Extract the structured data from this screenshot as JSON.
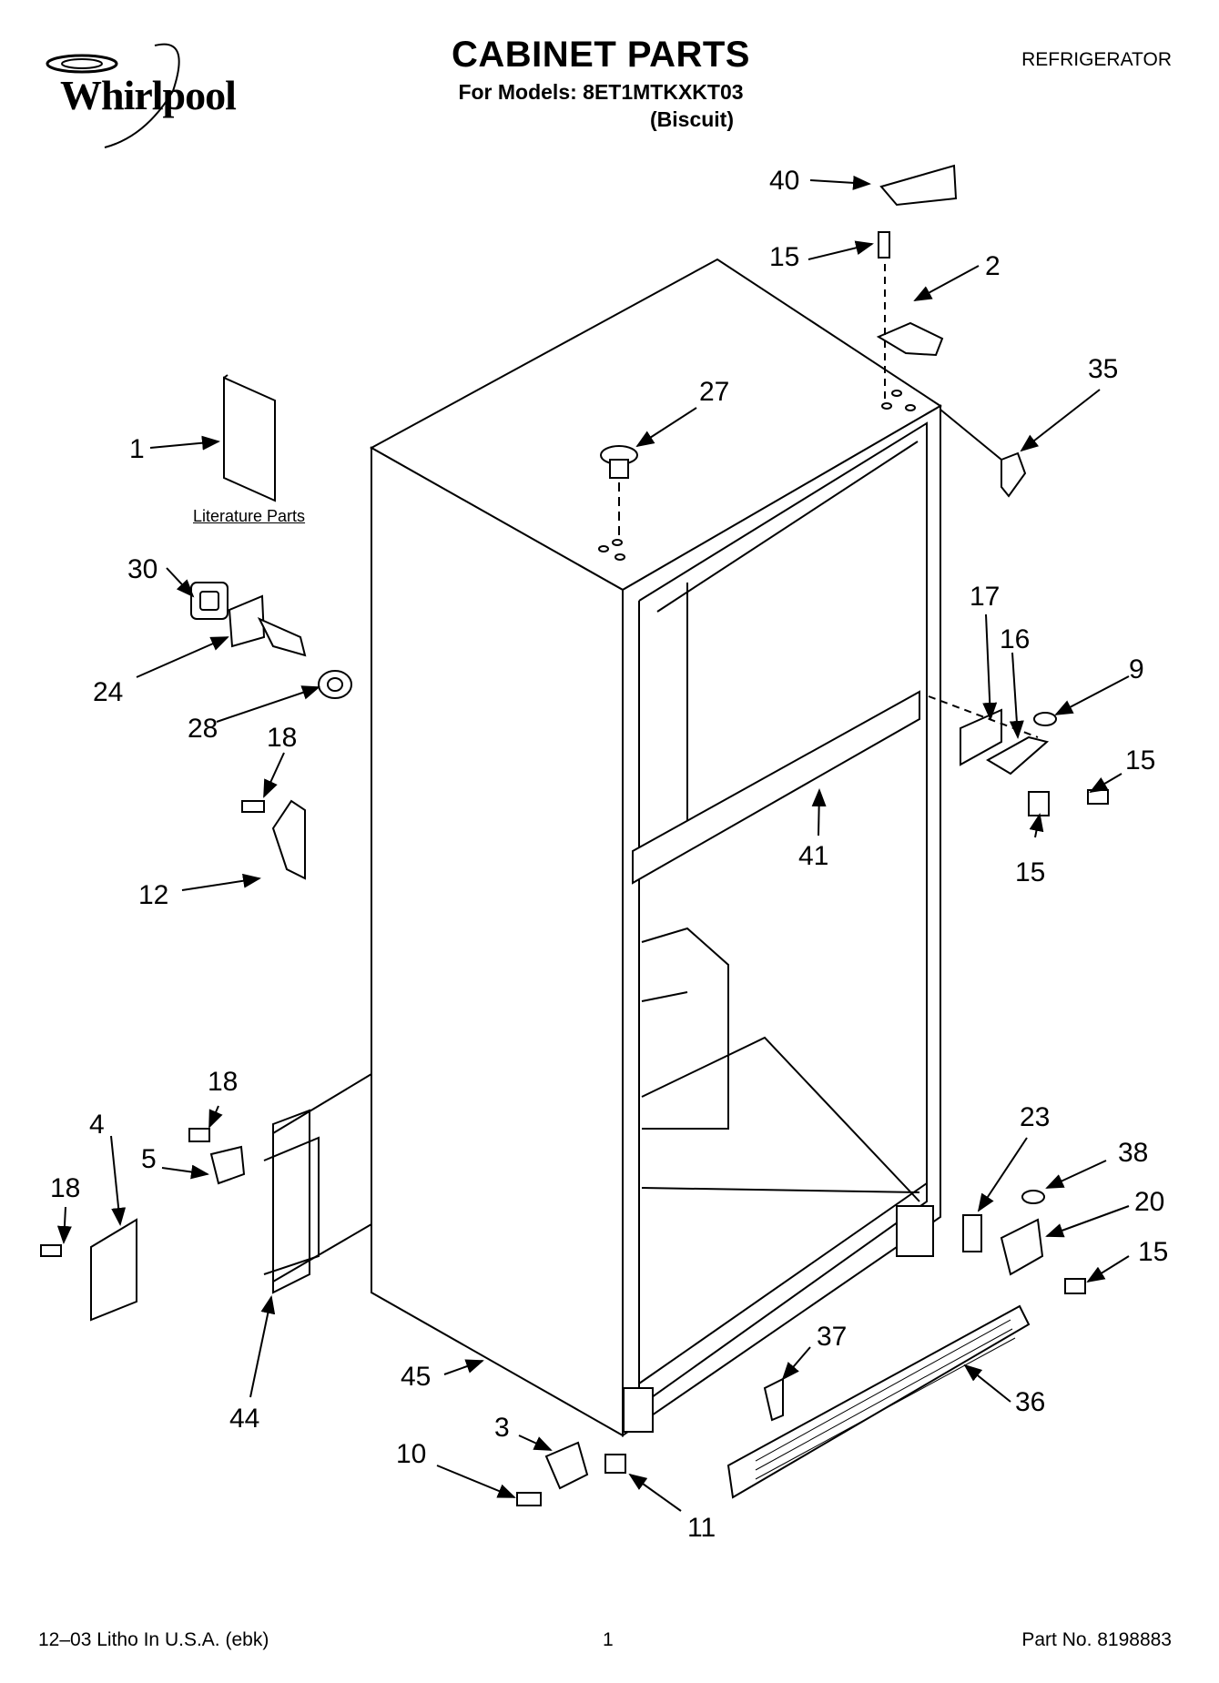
{
  "header": {
    "brand": "Whirlpool",
    "title": "CABINET PARTS",
    "models_line": "For Models: 8ET1MTKXKT03",
    "color_line": "(Biscuit)",
    "appliance": "REFRIGERATOR"
  },
  "diagram": {
    "literature_label": "Literature Parts",
    "callouts": [
      "40",
      "15",
      "2",
      "35",
      "27",
      "1",
      "30",
      "24",
      "28",
      "17",
      "16",
      "9",
      "15",
      "18",
      "12",
      "41",
      "15",
      "18",
      "4",
      "5",
      "18",
      "23",
      "38",
      "20",
      "15",
      "37",
      "36",
      "45",
      "44",
      "3",
      "10",
      "11"
    ]
  },
  "footer": {
    "litho": "12–03 Litho In U.S.A. (ebk)",
    "page": "1",
    "part_no": "Part No. 8198883"
  },
  "colors": {
    "ink": "#000000",
    "paper": "#ffffff"
  }
}
